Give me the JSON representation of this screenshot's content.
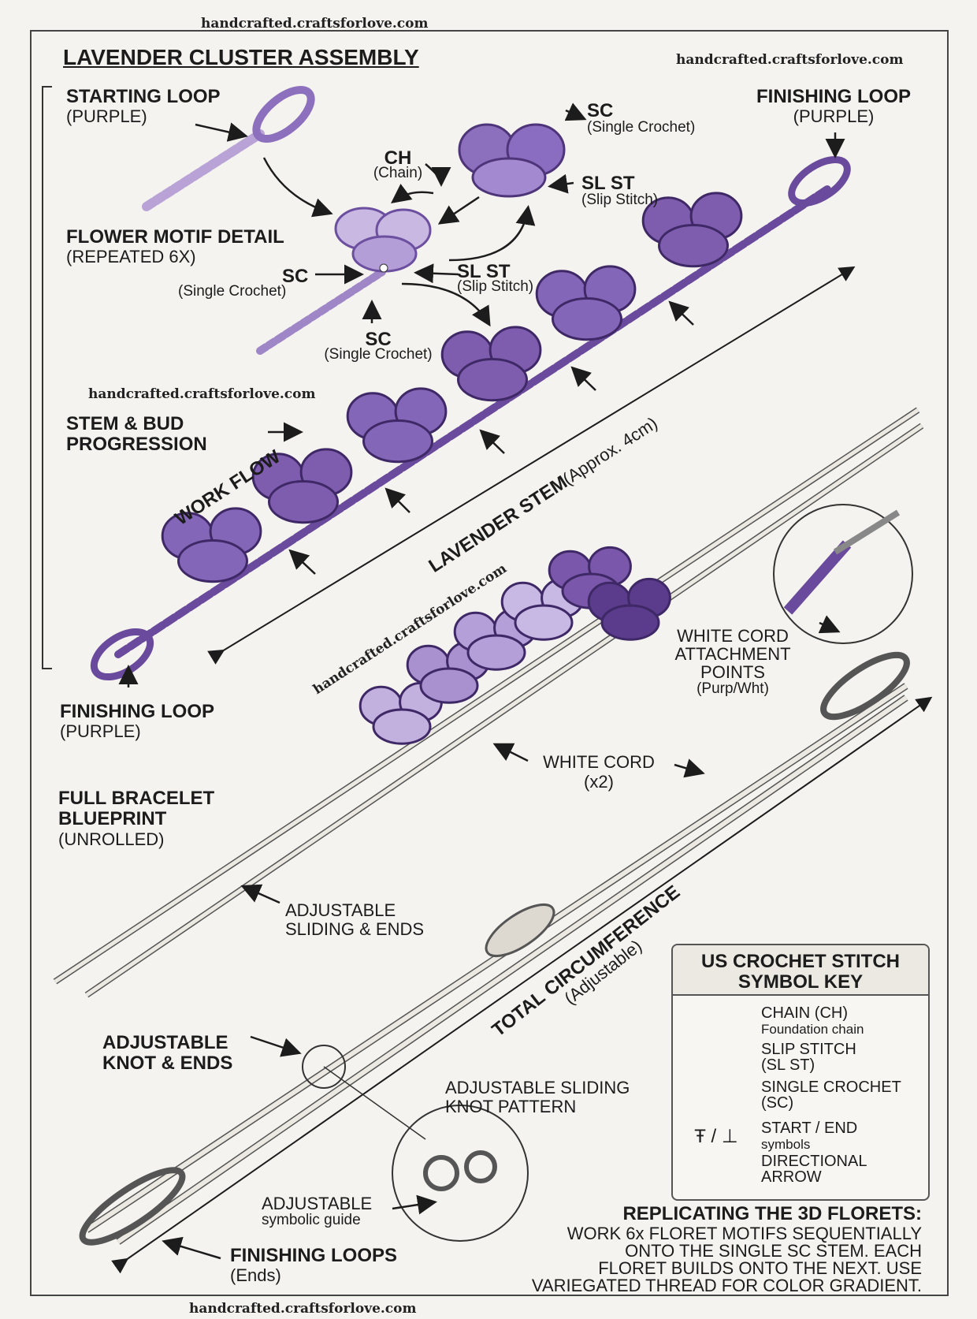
{
  "watermark": "handcrafted.craftsforlove.com",
  "title": "LAVENDER CLUSTER ASSEMBLY",
  "start_loop": {
    "title": "STARTING LOOP",
    "sub": "(PURPLE)"
  },
  "finish_loop_top": {
    "title": "FINISHING LOOP",
    "sub": "(PURPLE)"
  },
  "flower_motif": {
    "title": "FLOWER MOTIF DETAIL",
    "sub": "(REPEATED 6X)"
  },
  "labels": {
    "ch": "CH",
    "ch_sub": "(Chain)",
    "sc": "SC",
    "sc_sub": "(Single Crochet)",
    "slst": "SL ST",
    "slst_sub": "(Slip Stitch)"
  },
  "stem_section": {
    "line1": "STEM & BUD",
    "line2": "PROGRESSION"
  },
  "work_flow": "WORK FLOW",
  "lavender_stem": "LAVENDER STEM",
  "lavender_stem_sub": "(Approx. 4cm)",
  "finish_loop_left": {
    "title": "FINISHING LOOP",
    "sub": "(PURPLE)"
  },
  "white_attach": {
    "l1": "WHITE CORD",
    "l2": "ATTACHMENT",
    "l3": "POINTS",
    "l4": "(Purp/Wht)"
  },
  "full_blueprint": {
    "l1": "FULL BRACELET",
    "l2": "BLUEPRINT",
    "l3": "(UNROLLED)"
  },
  "white_cord": {
    "l1": "WHITE CORD",
    "l2": "(x2)"
  },
  "adj_sliding": {
    "l1": "ADJUSTABLE",
    "l2": "SLIDING & ENDS"
  },
  "total_circ": "TOTAL CIRCUMFERENCE",
  "total_circ_sub": "(Adjustable)",
  "adj_knot": {
    "l1": "ADJUSTABLE",
    "l2": "KNOT & ENDS"
  },
  "adj_sliding_knot": {
    "l1": "ADJUSTABLE SLIDING",
    "l2": "KNOT PATTERN"
  },
  "adj_symbolic": {
    "l1": "ADJUSTABLE",
    "l2": "symbolic guide"
  },
  "finishing_loops": {
    "title": "FINISHING LOOPS",
    "sub": "(Ends)"
  },
  "key": {
    "title1": "US CROCHET STITCH",
    "title2": "SYMBOL KEY",
    "rows": [
      {
        "l1": "CHAIN (CH)",
        "l2": "Foundation chain",
        "icon": "chain-symbol"
      },
      {
        "l1": "SLIP STITCH",
        "l2": "(SL ST)",
        "icon": "dot-symbol"
      },
      {
        "l1": "SINGLE CROCHET",
        "l2": "(SC)",
        "icon": "t-symbol"
      },
      {
        "l1": "START / END",
        "l2": "symbols",
        "icon": "start-end-symbol",
        "sym": "Ŧ / ⊥"
      },
      {
        "l1": "DIRECTIONAL",
        "l2": "ARROW",
        "icon": "arrow-symbol"
      }
    ]
  },
  "replicating": {
    "title": "REPLICATING THE 3D FLORETS:",
    "l1": "WORK 6x FLORET MOTIFS SEQUENTIALLY",
    "l2": "ONTO THE SINGLE SC STEM. EACH",
    "l3": "FLORET BUILDS ONTO THE NEXT. USE",
    "l4": "VARIEGATED THREAD FOR COLOR GRADIENT."
  },
  "colors": {
    "purple_dark": "#5b3b8c",
    "purple_mid": "#7e5cae",
    "purple_light": "#b9a3d6",
    "cord": "#e8e6e0"
  }
}
